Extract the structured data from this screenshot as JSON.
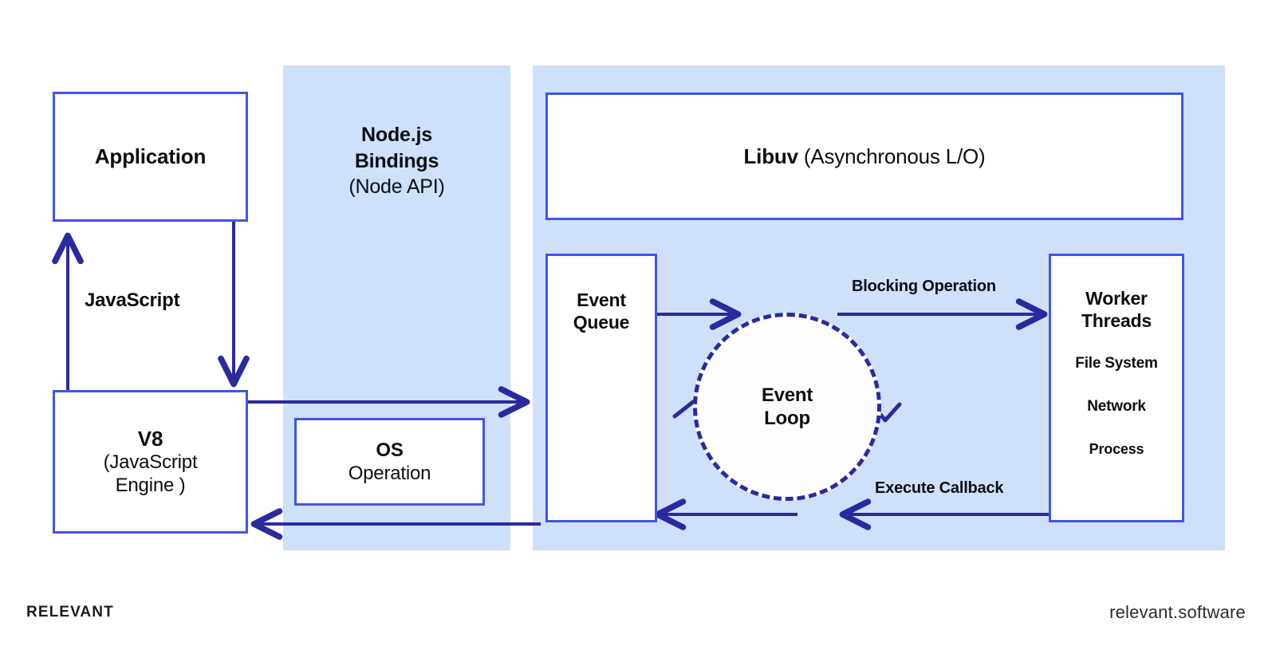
{
  "diagram": {
    "title": "Node.js Architecture / Event Loop Diagram",
    "colors": {
      "panel_fill": "#cfe0fb",
      "box_border": "#4154e8",
      "arrow": "#2a2a9e",
      "loop_border": "#2a2a9e",
      "text": "#0d0d12",
      "page_background": "#ffffff"
    }
  },
  "boxes": {
    "application": {
      "title": "Application"
    },
    "v8": {
      "title": "V8",
      "subtitle": "(JavaScript",
      "subtitle2": "Engine )"
    },
    "os": {
      "title": "OS",
      "subtitle": "Operation"
    },
    "libuv": {
      "title": "Libuv",
      "subtitle": "(Asynchronous L/O)"
    },
    "event_queue": {
      "title_line1": "Event",
      "title_line2": "Queue"
    },
    "event_loop": {
      "title_line1": "Event",
      "title_line2": "Loop"
    },
    "worker_threads": {
      "title_line1": "Worker",
      "title_line2": "Threads",
      "items": [
        "File System",
        "Network",
        "Process"
      ]
    }
  },
  "panels": {
    "bindings": {
      "line1": "Node.js",
      "line2": "Bindings",
      "line3": "(Node API)"
    },
    "libuv_region": {
      "label": ""
    }
  },
  "arrow_labels": {
    "javascript": "JavaScript",
    "blocking_operation": "Blocking Operation",
    "execute_callback": "Execute Callback"
  },
  "footer": {
    "brand": "RELEVANT",
    "site": "relevant.software"
  }
}
